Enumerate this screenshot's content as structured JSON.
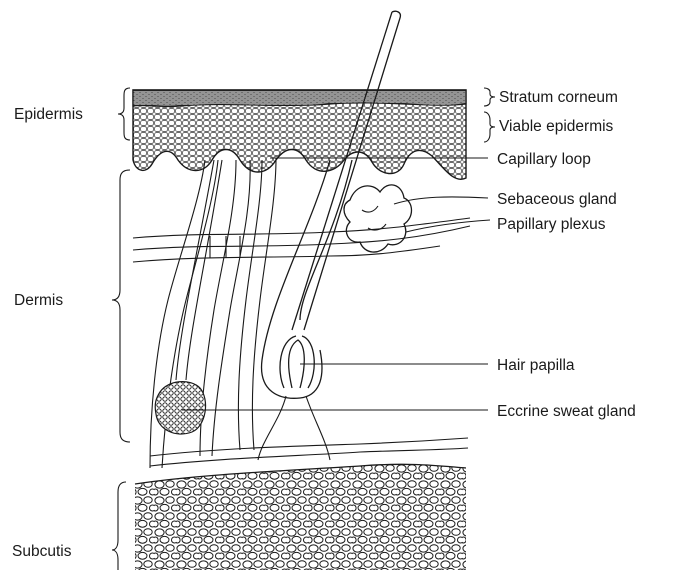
{
  "layers": {
    "epidermis": "Epidermis",
    "dermis": "Dermis",
    "subcutis": "Subcutis"
  },
  "labels": {
    "stratum_corneum": "Stratum corneum",
    "viable_epidermis": "Viable epidermis",
    "capillary_loop": "Capillary loop",
    "sebaceous_gland": "Sebaceous gland",
    "papillary_plexus": "Papillary plexus",
    "hair_papilla": "Hair papilla",
    "eccrine_sweat_gland": "Eccrine sweat gland"
  }
}
